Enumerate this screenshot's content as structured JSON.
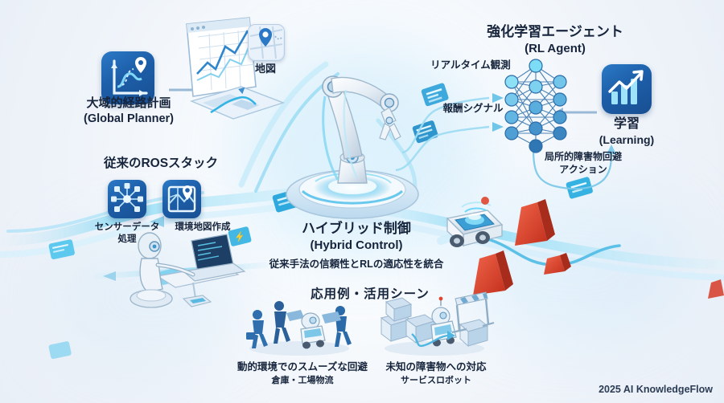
{
  "meta": {
    "background_color": "#f2f6fb",
    "accent_blue": "#1d5ea8",
    "accent_cyan": "#3fd0f5",
    "obstacle_red": "#e0452f",
    "text_color": "#16243c"
  },
  "global_planner": {
    "title_ja": "大域的経路計画",
    "title_en": "(Global Planner)",
    "icon": "route-plan-icon"
  },
  "map": {
    "label": "地図",
    "icon": "map-pin-icon"
  },
  "ros_stack": {
    "heading": "従来のROSスタック",
    "items": [
      {
        "label_line1": "センサーデータ",
        "label_line2": "処理",
        "icon": "sensor-network-icon"
      },
      {
        "label_line1": "環境地図作成",
        "label_line2": "",
        "icon": "map-build-icon"
      }
    ]
  },
  "rl_agent": {
    "title_ja": "強化学習エージェント",
    "title_en": "(RL Agent)",
    "inputs": [
      {
        "label": "リアルタイム観測"
      },
      {
        "label": "報酬シグナル"
      }
    ],
    "output": {
      "label_line1": "局所的障害物回避",
      "label_line2": "アクション"
    },
    "network": {
      "icon": "neural-network-icon"
    }
  },
  "learning": {
    "title_ja": "学習",
    "title_en": "(Learning)",
    "icon": "growth-chart-icon"
  },
  "hybrid_control": {
    "title_ja": "ハイブリッド制御",
    "title_en": "(Hybrid Control)",
    "subtitle": "従来手法の信頼性とRLの適応性を統合",
    "icon": "robot-arm-icon"
  },
  "applications": {
    "heading": "応用例・活用シーン",
    "items": [
      {
        "title": "動的環境でのスムーズな回避",
        "subtitle": "倉庫・工場物流",
        "icon": "warehouse-people-robot-icon"
      },
      {
        "title": "未知の障害物への対応",
        "subtitle": "サービスロボット",
        "icon": "service-robot-barrier-icon"
      }
    ]
  },
  "footer": {
    "watermark": "2025 AI KnowledgeFlow"
  }
}
